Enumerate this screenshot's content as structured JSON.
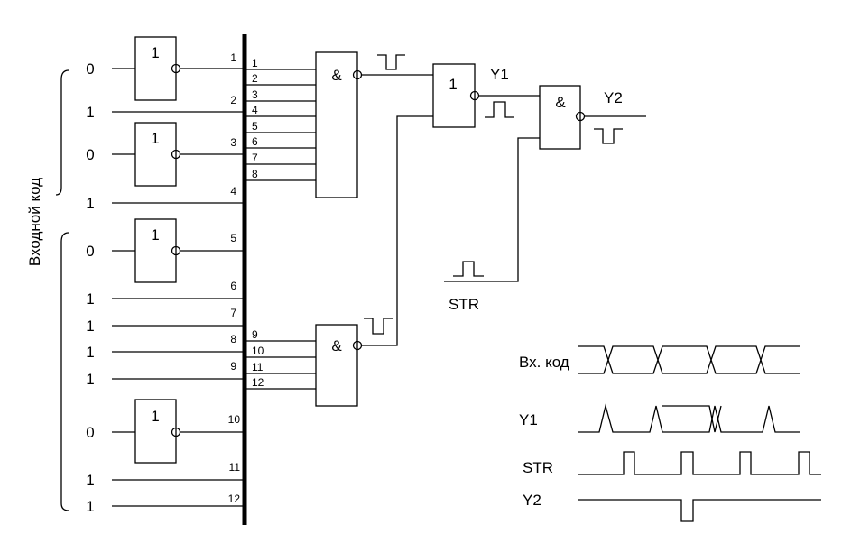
{
  "axis_label": "Входной код",
  "input_bits": [
    "0",
    "1",
    "0",
    "1",
    "0",
    "1",
    "1",
    "1",
    "1",
    "0",
    "1",
    "1"
  ],
  "bus_line_numbers": [
    "1",
    "2",
    "3",
    "4",
    "5",
    "6",
    "7",
    "8",
    "9",
    "10",
    "11",
    "12"
  ],
  "and1_input_numbers": [
    "1",
    "2",
    "3",
    "4",
    "5",
    "6",
    "7",
    "8"
  ],
  "and2_input_numbers": [
    "9",
    "10",
    "11",
    "12"
  ],
  "gate_symbols": {
    "inverter": "1",
    "and": "&",
    "or": "1"
  },
  "outputs": {
    "y1": "Y1",
    "y2": "Y2",
    "str": "STR"
  },
  "timing": {
    "labels": [
      "Вх. код",
      "Y1",
      "STR",
      "Y2"
    ]
  }
}
